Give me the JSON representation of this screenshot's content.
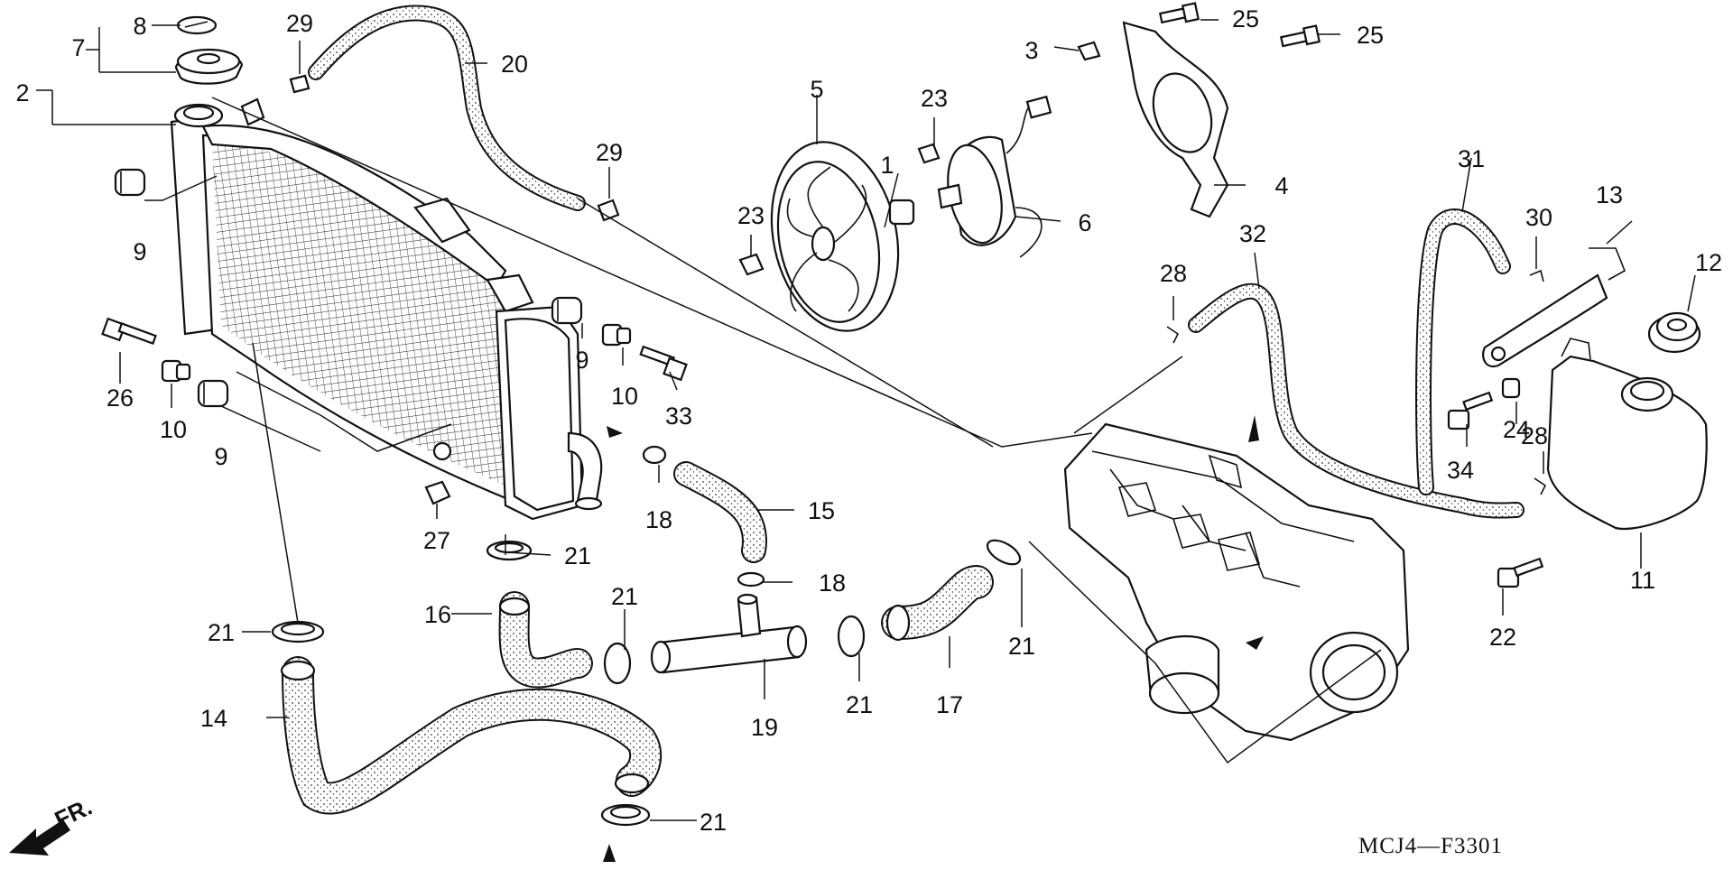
{
  "diagram": {
    "reference_code": "MCJ4—F3301",
    "direction_label": "FR.",
    "part_numbers": [
      "1",
      "2",
      "3",
      "4",
      "5",
      "6",
      "7",
      "8",
      "9",
      "9",
      "9",
      "10",
      "10",
      "11",
      "12",
      "13",
      "14",
      "15",
      "16",
      "17",
      "18",
      "18",
      "19",
      "20",
      "21",
      "21",
      "21",
      "21",
      "21",
      "21",
      "22",
      "23",
      "23",
      "24",
      "25",
      "25",
      "26",
      "27",
      "28",
      "28",
      "29",
      "29",
      "30",
      "31",
      "32",
      "33",
      "34"
    ]
  }
}
